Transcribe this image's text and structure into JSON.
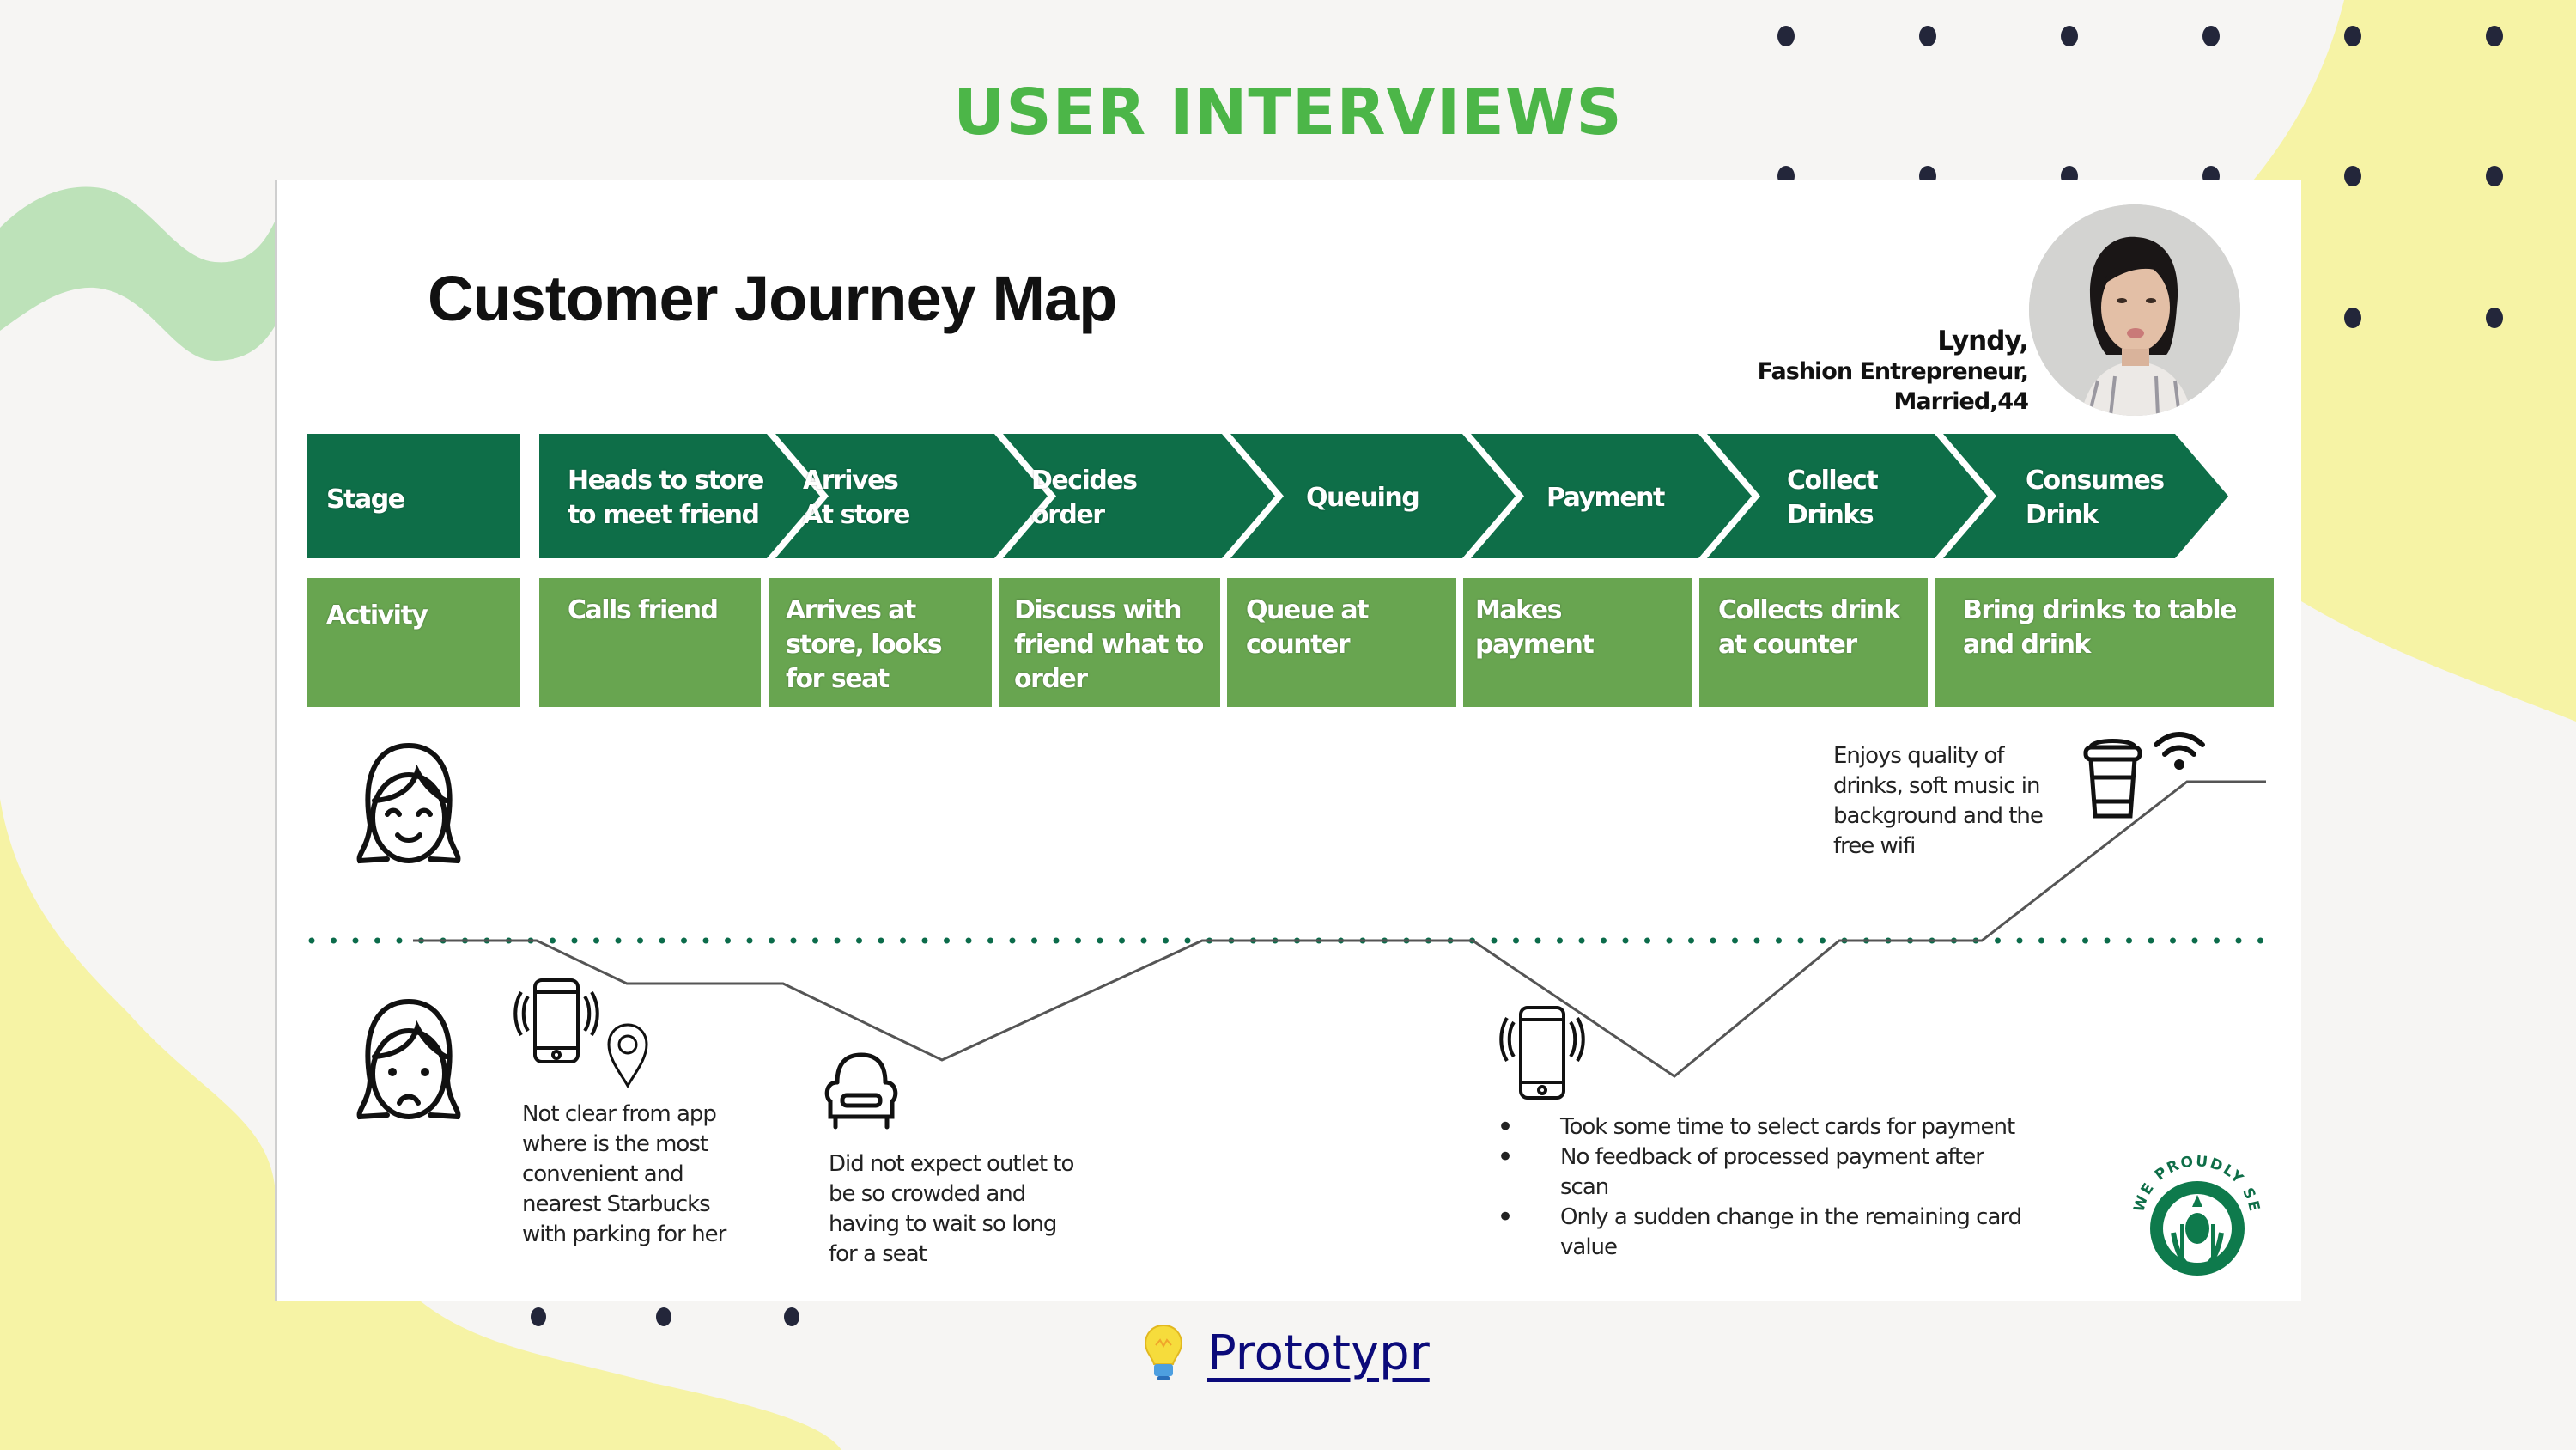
{
  "page": {
    "title": "USER INTERVIEWS",
    "title_color": "#4cb648"
  },
  "card": {
    "title": "Customer Journey Map",
    "persona": {
      "name": "Lyndy,",
      "occupation": "Fashion Entrepreneur,",
      "details": "Married,44"
    },
    "rows": {
      "stage_label": "Stage",
      "activity_label": "Activity"
    },
    "stages": [
      {
        "stage": [
          "Heads to store",
          "to meet friend"
        ],
        "activity": [
          "Calls friend"
        ]
      },
      {
        "stage": [
          "Arrives",
          "At store"
        ],
        "activity": [
          "Arrives at",
          "store, looks",
          "for seat"
        ]
      },
      {
        "stage": [
          "Decides",
          "order"
        ],
        "activity": [
          "Discuss with",
          "friend what to",
          "order"
        ]
      },
      {
        "stage": [
          "Queuing"
        ],
        "activity": [
          "Queue at",
          "counter"
        ]
      },
      {
        "stage": [
          "Payment"
        ],
        "activity": [
          " Makes",
          "payment"
        ]
      },
      {
        "stage": [
          "Collect",
          "Drinks"
        ],
        "activity": [
          "Collects drink",
          "at counter"
        ]
      },
      {
        "stage": [
          "Consumes",
          "Drink"
        ],
        "activity": [
          "Bring drinks to table",
          "and drink"
        ]
      }
    ],
    "colors": {
      "stage_green": "#0e6e48",
      "activity_green": "#68a550",
      "baseline_dots": "#0b6b4a",
      "journey_line": "#555555"
    },
    "emotions": {
      "happy_icon": "happy-face-icon",
      "sad_icon": "sad-face-icon"
    },
    "notes": {
      "positive": [
        "Enjoys quality of",
        "drinks, soft music in",
        "background and  the",
        "free wifi"
      ],
      "app_location": [
        "Not clear from app",
        "where is the most",
        "convenient and",
        "nearest Starbucks",
        "with parking for her"
      ],
      "seat": [
        "Did not expect outlet to",
        "be so crowded and",
        "having to wait so long",
        "for a seat"
      ],
      "payment_bullets": [
        "Took some time to select cards for payment",
        "No feedback of processed payment after scan",
        " Only a sudden change in the remaining card value"
      ]
    },
    "logo_text": "WE PROUDLY SERVE"
  },
  "footer": {
    "link_label": "Prototypr",
    "icon": "lightbulb-icon"
  }
}
